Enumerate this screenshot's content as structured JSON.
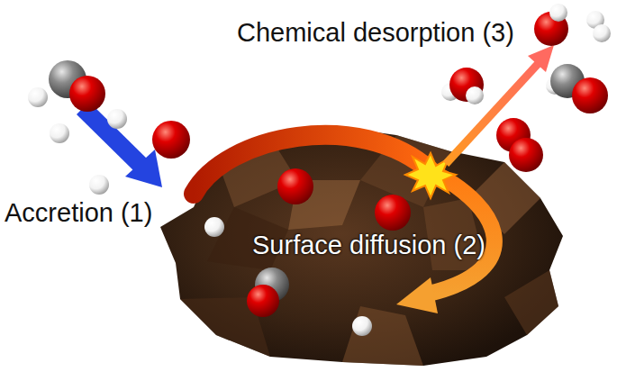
{
  "diagram": {
    "labels": [
      "Chemical desorption (3)",
      "Accretion (1)",
      "Surface diffusion (2)"
    ]
  }
}
